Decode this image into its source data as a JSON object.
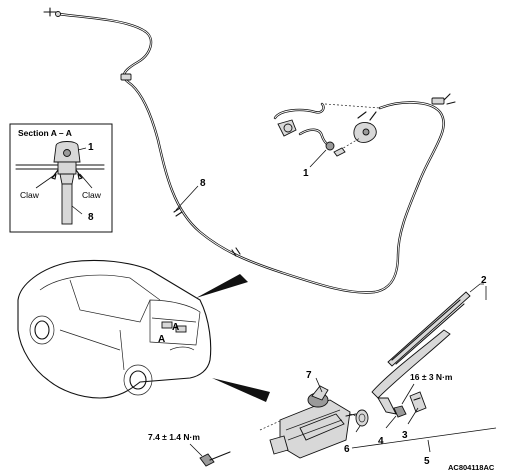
{
  "section": {
    "title": "Section A – A",
    "claw_left": "Claw",
    "claw_right": "Claw",
    "callout_1": "1",
    "callout_8": "8"
  },
  "callouts": {
    "c1": "1",
    "c2": "2",
    "c3": "3",
    "c4": "4",
    "c5": "5",
    "c6": "6",
    "c7": "7",
    "c8": "8"
  },
  "car_markers": {
    "a_left": "A",
    "a_right": "A"
  },
  "torques": {
    "arm_nut": "16 ± 3 N·m",
    "motor_bolt": "7.4 ± 1.4 N·m"
  },
  "figure_code": "AC804118AC"
}
